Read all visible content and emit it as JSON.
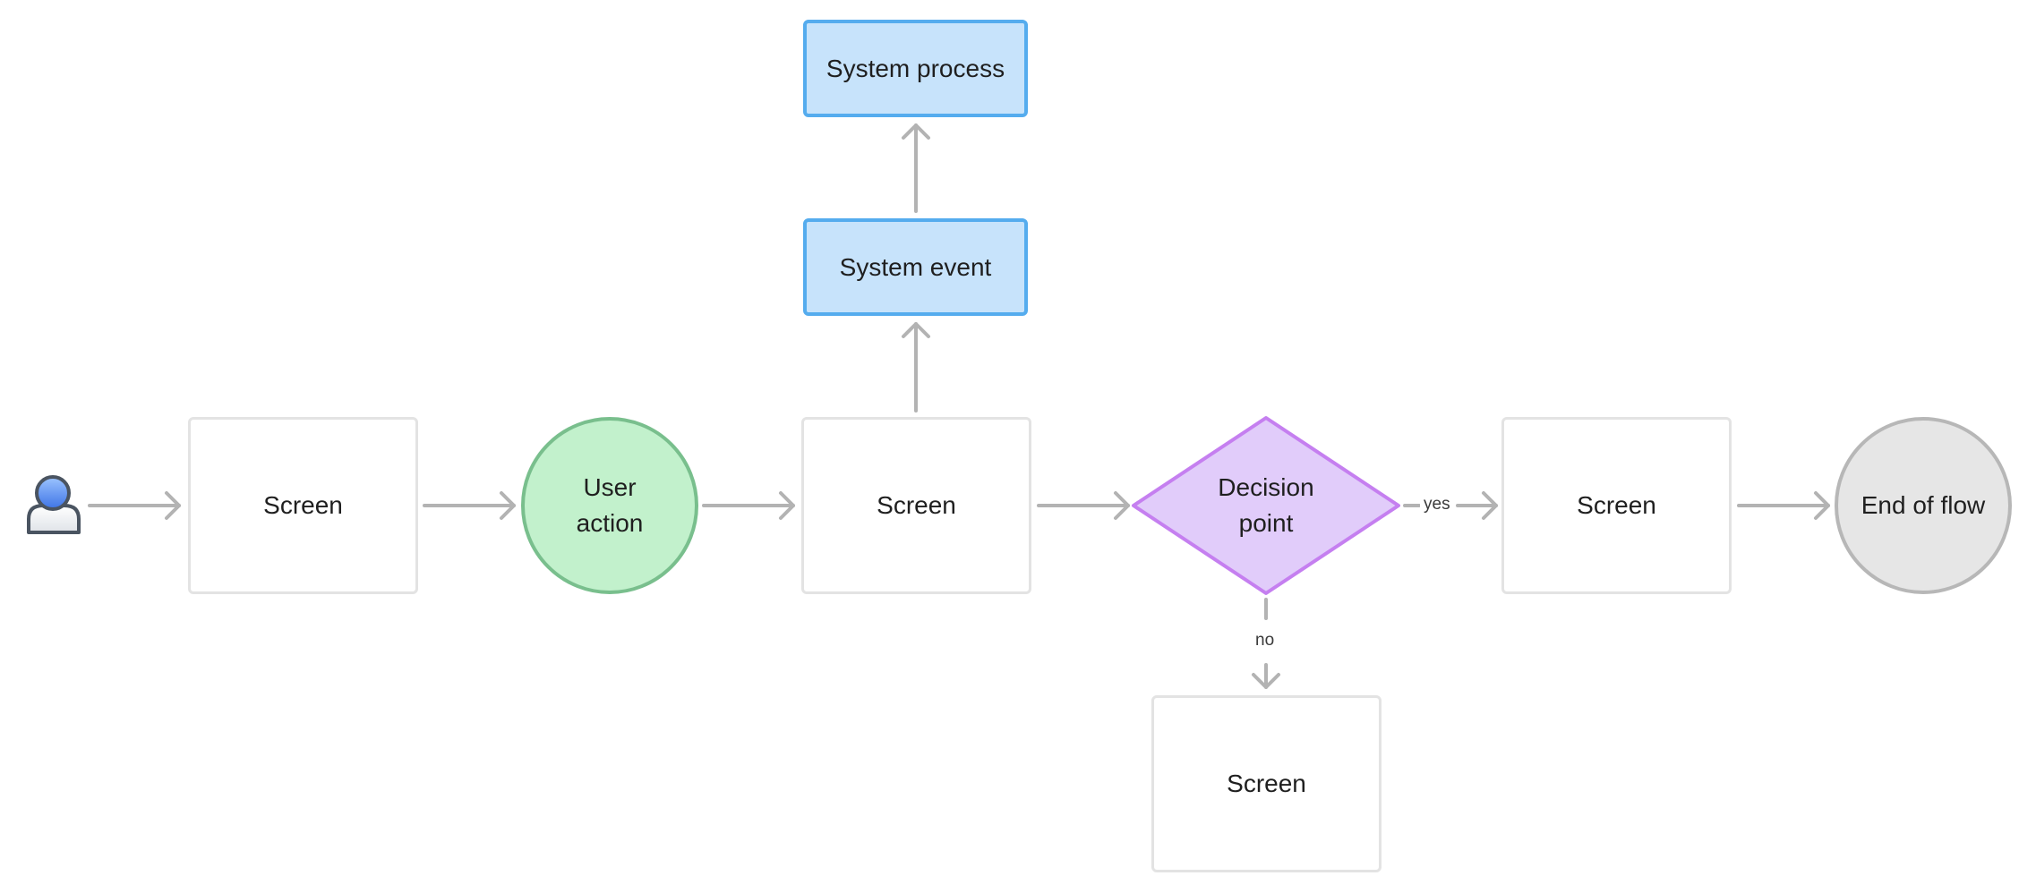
{
  "diagram": {
    "start_icon": "user-icon",
    "nodes": {
      "screen_1": "Screen",
      "user_action": "User\naction",
      "screen_2": "Screen",
      "system_event": "System event",
      "system_process": "System process",
      "decision": "Decision\npoint",
      "screen_yes": "Screen",
      "screen_no": "Screen",
      "end": "End of flow"
    },
    "edge_labels": {
      "yes": "yes",
      "no": "no"
    },
    "colors": {
      "arrow": "#b3b3b3",
      "screen_border": "#e3e3e3",
      "system_fill": "#c7e3fb",
      "system_border": "#55acee",
      "action_fill": "#c2f1cc",
      "action_border": "#79bf8d",
      "decision_fill": "#e1ccfa",
      "decision_border": "#c57ff0",
      "end_fill": "#e6e6e6",
      "end_border": "#b7b7b7"
    }
  }
}
